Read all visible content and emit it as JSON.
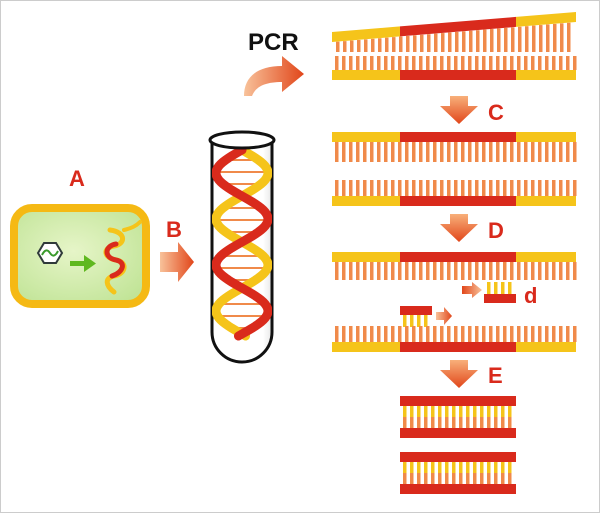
{
  "labels": {
    "pcr": "PCR",
    "a": "A",
    "b": "B",
    "c": "C",
    "d_upper": "D",
    "d_lower": "d",
    "e": "E"
  },
  "colors": {
    "yellow": "#f5c41a",
    "orange_tooth": "#f08a4a",
    "red": "#d92a1c",
    "cell_fill": "#cfeaa8",
    "cell_border": "#f5b914",
    "arrow_start": "#f6b07a",
    "arrow_end": "#e24a1b",
    "green_arrow": "#5fb81f",
    "label_red": "#d92a1c",
    "label_black": "#111111"
  }
}
